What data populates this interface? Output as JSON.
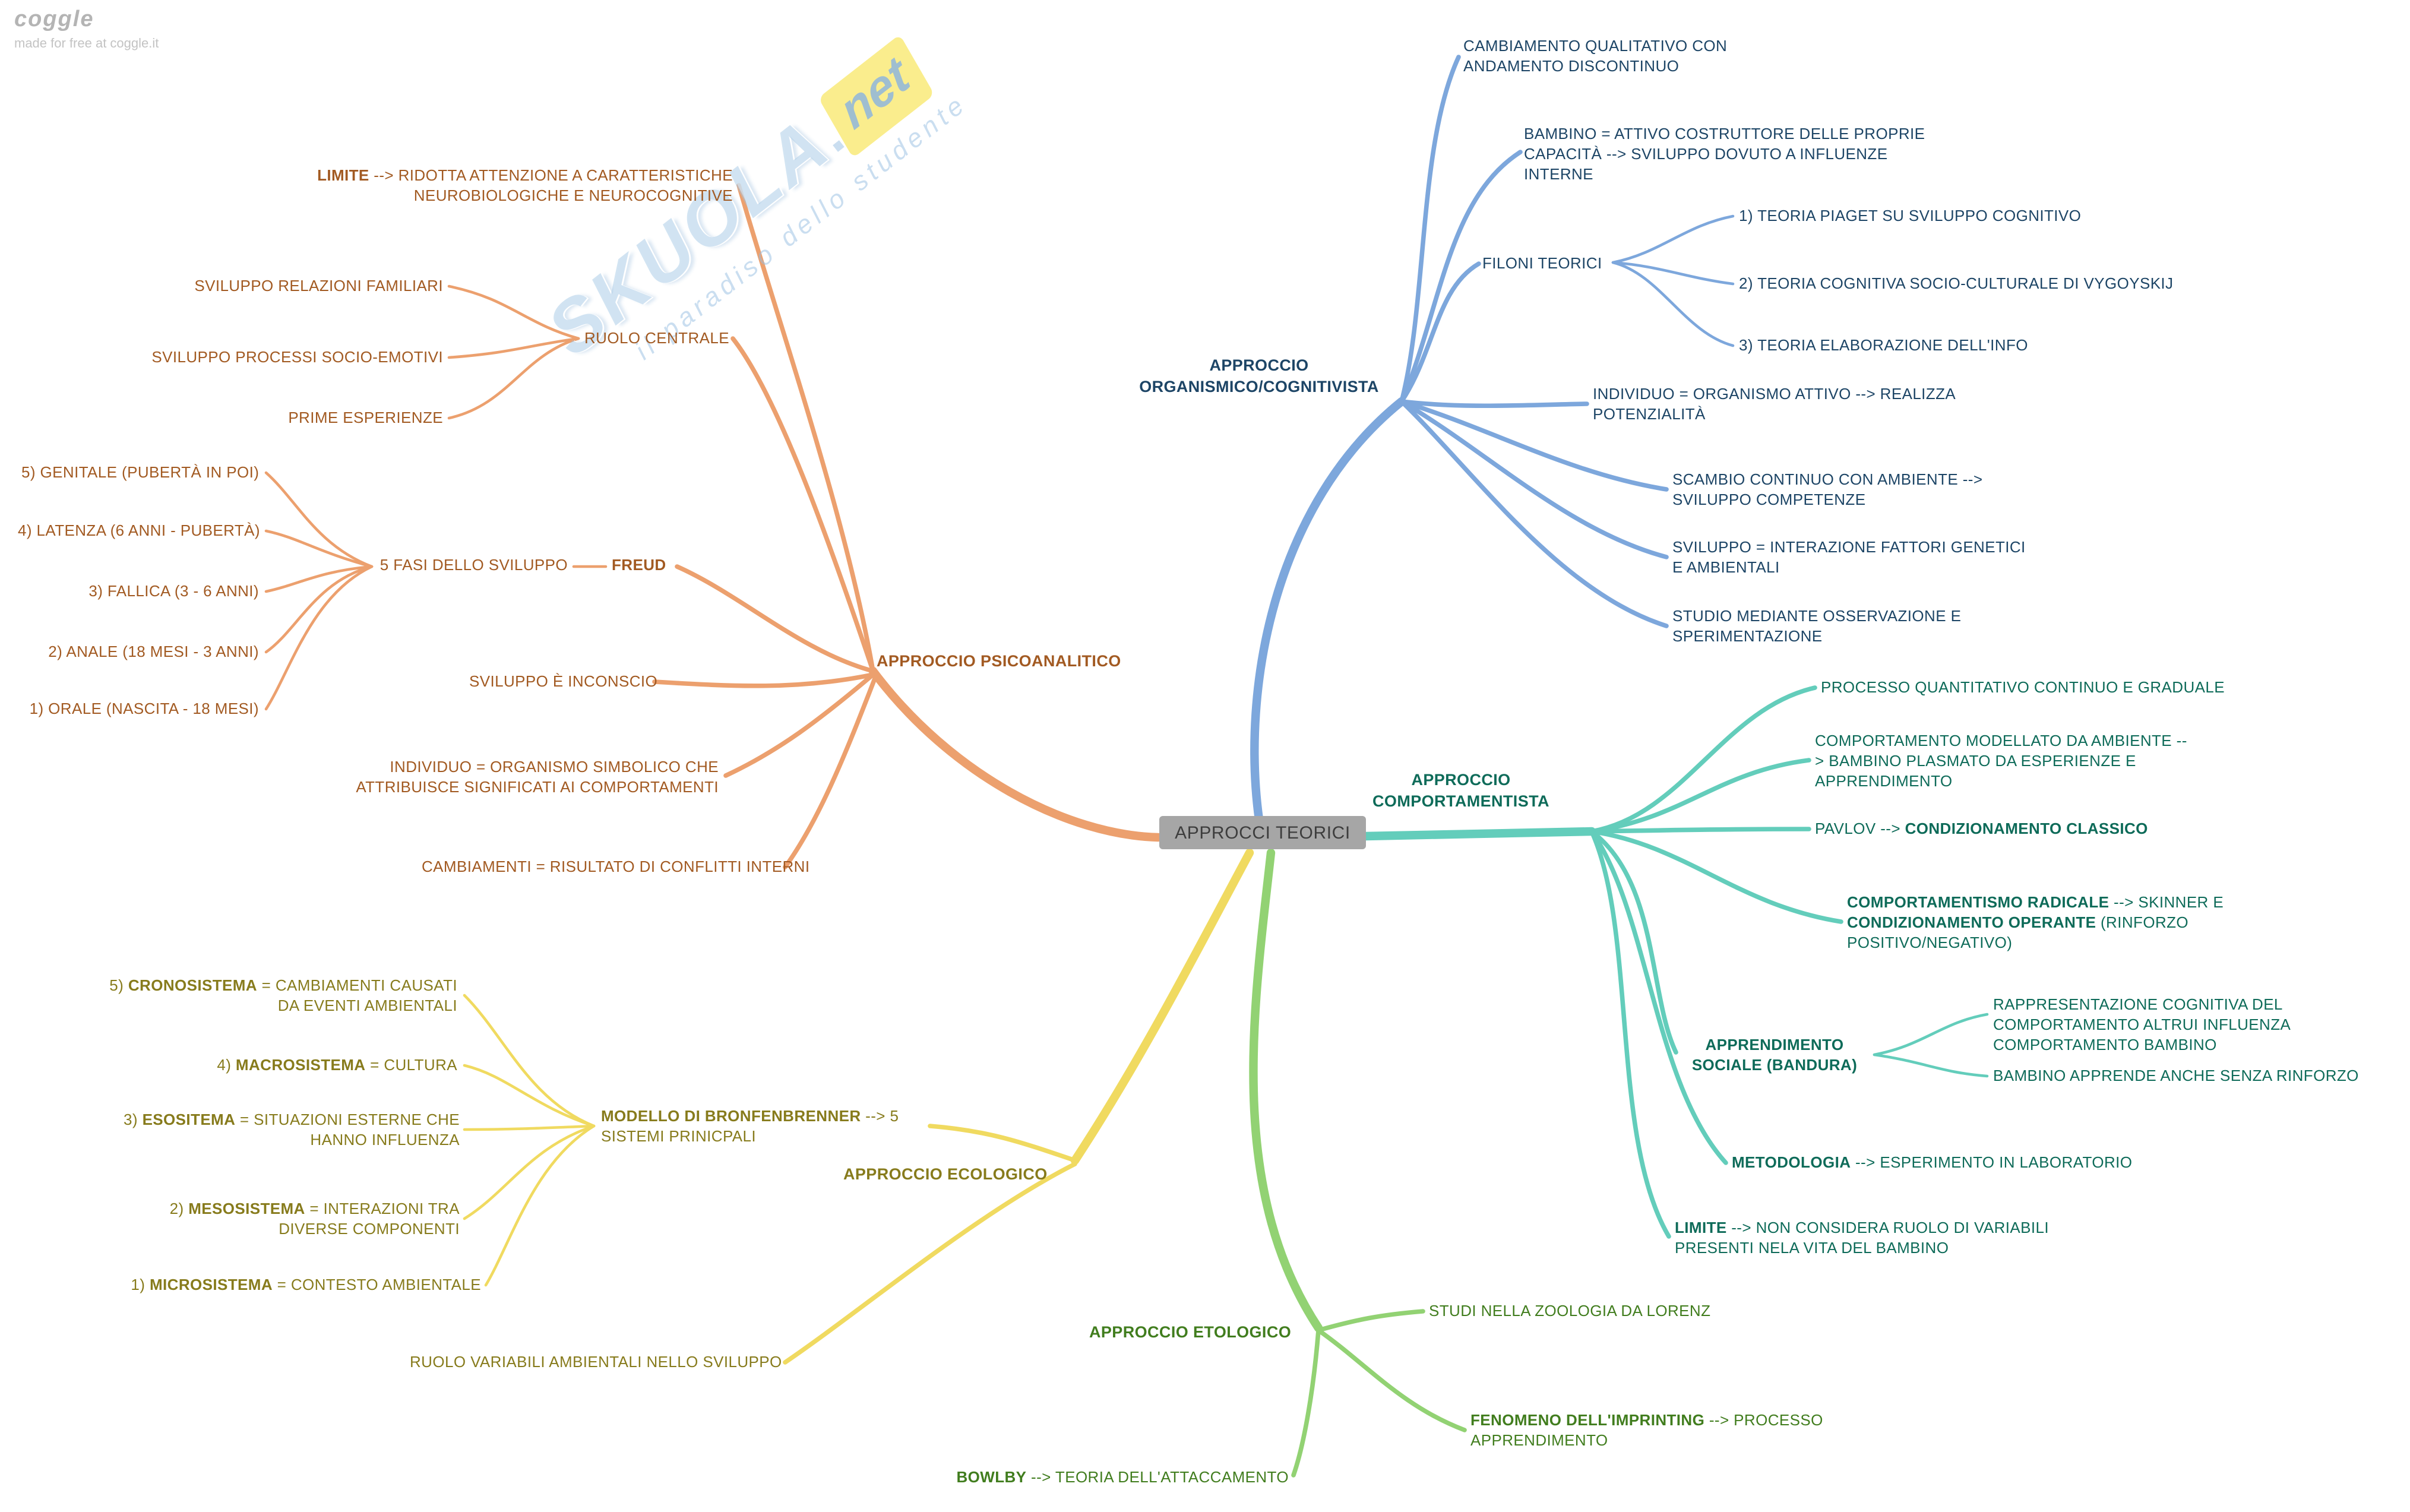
{
  "colors": {
    "blue-line": "#7da7dc",
    "blue-text": "#1d4566",
    "teal-line": "#63cdbb",
    "teal-text": "#0e6b59",
    "orange-line": "#eca06e",
    "orange-text": "#a25a22",
    "yellow-line": "#f0da60",
    "yellow-text": "#877b1c",
    "green-line": "#92d273",
    "green-text": "#417d1e",
    "center-bg": "#a6a6a6",
    "center-text": "#3d3d3d"
  },
  "coggle": {
    "logo": "coggle",
    "tagline": "made for free at coggle.it"
  },
  "watermark": {
    "brand": "SKUOLA",
    "dot": ".",
    "suffix": "net",
    "tagline": "il paradiso dello studente"
  },
  "center": {
    "label": "APPROCCI TEORICI"
  },
  "branches": {
    "organismico": {
      "label": "APPROCCIO ORGANISMICO/COGNITIVISTA",
      "nodes": {
        "cambiamento": {
          "parts": [
            {
              "t": "CAMBIAMENTO QUALITATIVO CON ANDAMENTO DISCONTINUO"
            }
          ]
        },
        "bambino": {
          "parts": [
            {
              "t": "BAMBINO = ATTIVO COSTRUTTORE DELLE PROPRIE CAPACITÀ --> SVILUPPO DOVUTO A INFLUENZE INTERNE"
            }
          ]
        },
        "filoni": {
          "parts": [
            {
              "t": "FILONI TEORICI"
            }
          ]
        },
        "piaget": {
          "parts": [
            {
              "t": "1) TEORIA PIAGET SU SVILUPPO COGNITIVO"
            }
          ]
        },
        "vygotskij": {
          "parts": [
            {
              "t": "2) TEORIA COGNITIVA SOCIO-CULTURALE DI VYGOYSKIJ"
            }
          ]
        },
        "elaborazione": {
          "parts": [
            {
              "t": "3) TEORIA ELABORAZIONE DELL'INFO"
            }
          ]
        },
        "individuo": {
          "parts": [
            {
              "t": "INDIVIDUO = ORGANISMO ATTIVO --> REALIZZA POTENZIALITÀ"
            }
          ]
        },
        "scambio": {
          "parts": [
            {
              "t": "SCAMBIO CONTINUO CON AMBIENTE --> SVILUPPO COMPETENZE"
            }
          ]
        },
        "sviluppo": {
          "parts": [
            {
              "t": "SVILUPPO = INTERAZIONE FATTORI GENETICI E AMBIENTALI"
            }
          ]
        },
        "studio": {
          "parts": [
            {
              "t": "STUDIO MEDIANTE OSSERVAZIONE E SPERIMENTAZIONE"
            }
          ]
        }
      }
    },
    "comportamentista": {
      "label": "APPROCCIO COMPORTAMENTISTA",
      "nodes": {
        "processo": {
          "parts": [
            {
              "t": "PROCESSO QUANTITATIVO CONTINUO E GRADUALE"
            }
          ]
        },
        "modellato": {
          "parts": [
            {
              "t": "COMPORTAMENTO MODELLATO DA AMBIENTE --> BAMBINO PLASMATO DA ESPERIENZE E APPRENDIMENTO"
            }
          ]
        },
        "pavlov": {
          "parts": [
            {
              "t": "PAVLOV --> "
            },
            {
              "t": "CONDIZIONAMENTO CLASSICO",
              "b": true
            }
          ]
        },
        "radicale": {
          "parts": [
            {
              "t": "COMPORTAMENTISMO RADICALE",
              "b": true
            },
            {
              "t": " --> SKINNER E "
            },
            {
              "t": "CONDIZIONAMENTO OPERANTE",
              "b": true
            },
            {
              "t": " (RINFORZO POSITIVO/NEGATIVO)"
            }
          ]
        },
        "bandura_label": {
          "parts": [
            {
              "t": "APPRENDIMENTO SOCIALE (BANDURA)",
              "b": true
            }
          ]
        },
        "rappresentazione": {
          "parts": [
            {
              "t": "RAPPRESENTAZIONE COGNITIVA DEL COMPORTAMENTO ALTRUI INFLUENZA COMPORTAMENTO BAMBINO"
            }
          ]
        },
        "apprende": {
          "parts": [
            {
              "t": "BAMBINO APPRENDE ANCHE SENZA RINFORZO"
            }
          ]
        },
        "metodologia": {
          "parts": [
            {
              "t": "METODOLOGIA",
              "b": true
            },
            {
              "t": " --> ESPERIMENTO IN LABORATORIO"
            }
          ]
        },
        "limite": {
          "parts": [
            {
              "t": "LIMITE",
              "b": true
            },
            {
              "t": " --> NON CONSIDERA RUOLO DI VARIABILI PRESENTI NELA VITA DEL BAMBINO"
            }
          ]
        }
      }
    },
    "psicoanalitico": {
      "label": "APPROCCIO PSICOANALITICO",
      "nodes": {
        "limite": {
          "parts": [
            {
              "t": "LIMITE",
              "b": true
            },
            {
              "t": " --> RIDOTTA ATTENZIONE A CARATTERISTICHE NEUROBIOLOGICHE E NEUROCOGNITIVE"
            }
          ]
        },
        "ruolo": {
          "parts": [
            {
              "t": "RUOLO CENTRALE"
            }
          ]
        },
        "relazioni": {
          "parts": [
            {
              "t": "SVILUPPO RELAZIONI FAMILIARI"
            }
          ]
        },
        "processi": {
          "parts": [
            {
              "t": "SVILUPPO PROCESSI SOCIO-EMOTIVI"
            }
          ]
        },
        "prime": {
          "parts": [
            {
              "t": "PRIME ESPERIENZE"
            }
          ]
        },
        "freud": {
          "parts": [
            {
              "t": "FREUD",
              "b": true
            }
          ]
        },
        "fasi": {
          "parts": [
            {
              "t": "5 FASI DELLO SVILUPPO"
            }
          ]
        },
        "genitale": {
          "parts": [
            {
              "t": "5) GENITALE (PUBERTÀ IN POI)"
            }
          ]
        },
        "latenza": {
          "parts": [
            {
              "t": "4) LATENZA (6 ANNI - PUBERTÀ)"
            }
          ]
        },
        "fallica": {
          "parts": [
            {
              "t": "3) FALLICA (3 - 6 ANNI)"
            }
          ]
        },
        "anale": {
          "parts": [
            {
              "t": "2) ANALE (18 MESI - 3 ANNI)"
            }
          ]
        },
        "orale": {
          "parts": [
            {
              "t": "1) ORALE (NASCITA - 18 MESI)"
            }
          ]
        },
        "inconscio": {
          "parts": [
            {
              "t": "SVILUPPO È INCONSCIO"
            }
          ]
        },
        "individuo": {
          "parts": [
            {
              "t": "INDIVIDUO = ORGANISMO SIMBOLICO CHE ATTRIBUISCE SIGNIFICATI AI COMPORTAMENTI"
            }
          ]
        },
        "cambiamenti": {
          "parts": [
            {
              "t": "CAMBIAMENTI = RISULTATO DI CONFLITTI INTERNI"
            }
          ]
        }
      }
    },
    "ecologico": {
      "label": "APPROCCIO ECOLOGICO",
      "nodes": {
        "bronfenbrenner": {
          "parts": [
            {
              "t": "MODELLO DI BRONFENBRENNER",
              "b": true
            },
            {
              "t": " --> 5 SISTEMI PRINICPALI"
            }
          ]
        },
        "cronosistema": {
          "parts": [
            {
              "t": "5) "
            },
            {
              "t": "CRONOSISTEMA",
              "b": true
            },
            {
              "t": " = CAMBIAMENTI CAUSATI DA EVENTI AMBIENTALI"
            }
          ]
        },
        "macrosistema": {
          "parts": [
            {
              "t": "4) "
            },
            {
              "t": "MACROSISTEMA",
              "b": true
            },
            {
              "t": " = CULTURA"
            }
          ]
        },
        "esositema": {
          "parts": [
            {
              "t": "3) "
            },
            {
              "t": "ESOSITEMA",
              "b": true
            },
            {
              "t": " = SITUAZIONI ESTERNE CHE HANNO INFLUENZA"
            }
          ]
        },
        "mesosistema": {
          "parts": [
            {
              "t": "2) "
            },
            {
              "t": "MESOSISTEMA",
              "b": true
            },
            {
              "t": " = INTERAZIONI TRA DIVERSE COMPONENTI"
            }
          ]
        },
        "microsistema": {
          "parts": [
            {
              "t": "1) "
            },
            {
              "t": "MICROSISTEMA",
              "b": true
            },
            {
              "t": " = CONTESTO AMBIENTALE"
            }
          ]
        },
        "ruolo_variabili": {
          "parts": [
            {
              "t": "RUOLO VARIABILI AMBIENTALI NELLO SVILUPPO"
            }
          ]
        }
      }
    },
    "etologico": {
      "label": "APPROCCIO ETOLOGICO",
      "nodes": {
        "lorenz": {
          "parts": [
            {
              "t": "STUDI NELLA ZOOLOGIA DA LORENZ"
            }
          ]
        },
        "imprinting": {
          "parts": [
            {
              "t": "FENOMENO DELL'IMPRINTING",
              "b": true
            },
            {
              "t": " --> PROCESSO APPRENDIMENTO"
            }
          ]
        },
        "bowlby": {
          "parts": [
            {
              "t": "BOWLBY",
              "b": true
            },
            {
              "t": " --> TEORIA DELL'ATTACCAMENTO"
            }
          ]
        }
      }
    }
  }
}
